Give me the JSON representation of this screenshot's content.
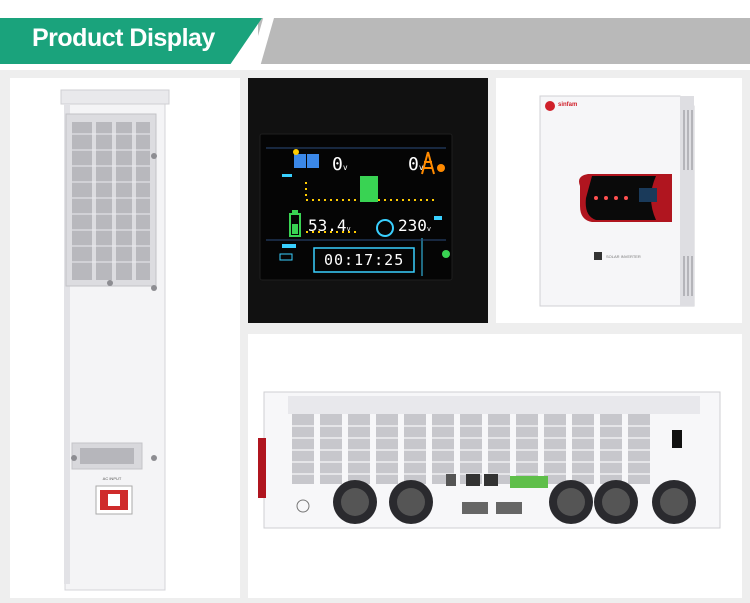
{
  "banner": {
    "title": "Product Display"
  },
  "lcd": {
    "pv_value": "0",
    "pv_unit": "v",
    "grid_value": "0",
    "grid_unit": "v",
    "battery_value": "53.4",
    "battery_unit": "v",
    "output_value": "230",
    "output_unit": "v",
    "time": "00:17:25"
  },
  "front": {
    "brand": "sinfam"
  },
  "colors": {
    "brand_green": "#1aa37c",
    "banner_grey": "#b9b9b9",
    "lcd_cyan": "#39d0ff",
    "lcd_green": "#39d353",
    "accent_red": "#d0202a"
  }
}
